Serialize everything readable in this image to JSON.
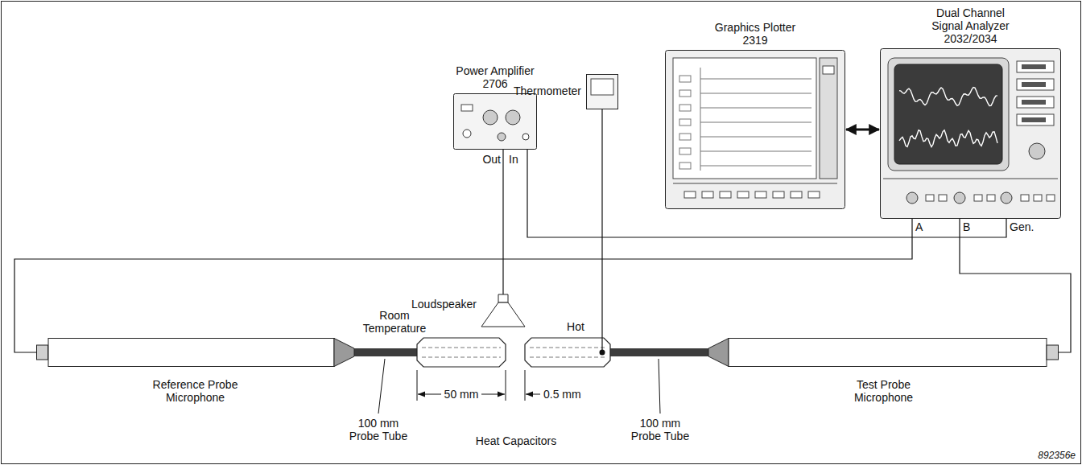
{
  "diagram": {
    "nodes": [
      {
        "text": [
          "Graphics Plotter 2319"
        ]
      },
      {
        "text": [
          "Dual Channel Signal Analyzer 2032/2034"
        ]
      },
      {
        "text": [
          "Power Amplifier 2706"
        ]
      },
      {
        "text": [
          "Thermometer"
        ]
      },
      {
        "text": [
          "Loudspeaker"
        ]
      },
      {
        "text": [
          "Reference Probe Microphone"
        ]
      },
      {
        "text": [
          "Test Probe Microphone"
        ]
      }
    ],
    "edges": [
      {
        "from": 0,
        "to": 1,
        "arrow": "both"
      },
      {
        "from": 1,
        "to": 2,
        "arrow": "none"
      },
      {
        "from": 2,
        "to": 4,
        "arrow": "none"
      },
      {
        "from": 1,
        "to": 5,
        "arrow": "none"
      },
      {
        "from": 1,
        "to": 6,
        "arrow": "none"
      }
    ],
    "labels": [
      "A",
      "B",
      "Gen.",
      "Out",
      "In",
      "Room Temperature",
      "Hot",
      "50 mm",
      "0.5 mm",
      "100 mm Probe Tube",
      "Heat Capacitors",
      "100 mm Probe Tube",
      "892356e"
    ]
  }
}
